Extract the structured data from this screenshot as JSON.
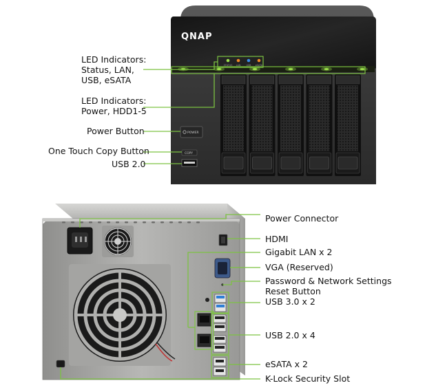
{
  "front": {
    "logo": "QNAP",
    "power_button_text": "POWER",
    "copy_button_text": "COPY",
    "drive_bays": 5,
    "status_led_labels": [
      "STATUS",
      "LAN",
      "USB",
      "eSATA"
    ],
    "leds_lit_count": 6
  },
  "front_callouts": {
    "led_status": [
      "LED Indicators:",
      "Status, LAN,",
      "USB, eSATA"
    ],
    "led_power": [
      "LED Indicators:",
      "Power, HDD1-5"
    ],
    "power_button": "Power Button",
    "one_touch_copy": "One Touch Copy Button",
    "usb20_front": "USB 2.0"
  },
  "rear_callouts": {
    "power_connector": "Power Connector",
    "hdmi": "HDMI",
    "gigabit_lan": "Gigabit LAN x 2",
    "vga": "VGA (Reserved)",
    "reset": [
      "Password & Network Settings",
      "Reset Button"
    ],
    "usb30": "USB 3.0 x 2",
    "usb20_rear": "USB 2.0 x 4",
    "esata": "eSATA x 2",
    "klock": "K-Lock Security Slot"
  },
  "colors": {
    "callout_line": "#7cc242",
    "led_green": "#9be04a",
    "led_orange": "#f08a24",
    "led_blue": "#3a8ee6",
    "chassis_dark": "#1d1d1d",
    "chassis_silver": "#a9a9a7",
    "usb3_blue": "#2f7fd6"
  }
}
